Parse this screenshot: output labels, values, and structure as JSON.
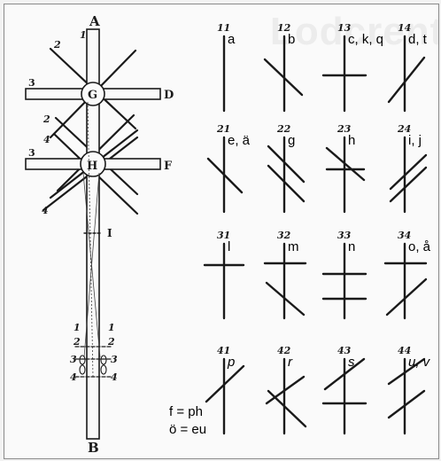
{
  "background_title": "Lodcrenti, up",
  "staff": {
    "top_label": "A",
    "bottom_label": "B",
    "rings": [
      {
        "label": "G",
        "left_label": "3",
        "right_label": "D"
      },
      {
        "label": "H",
        "left_label": "3",
        "right_label": "F"
      }
    ],
    "diagonal_labels": [
      "1",
      "2",
      "2",
      "4",
      "4"
    ],
    "mark_I": "I",
    "scale_left": [
      "1",
      "2",
      "3",
      "4"
    ],
    "scale_right": [
      "1",
      "2",
      "3",
      "4"
    ]
  },
  "runes": [
    {
      "code": "11",
      "letters": "a",
      "italic": false
    },
    {
      "code": "12",
      "letters": "b",
      "italic": false
    },
    {
      "code": "13",
      "letters": "c, k, q",
      "italic": false
    },
    {
      "code": "14",
      "letters": "d, t",
      "italic": false
    },
    {
      "code": "21",
      "letters": "e, ä",
      "italic": false
    },
    {
      "code": "22",
      "letters": "g",
      "italic": false
    },
    {
      "code": "23",
      "letters": "h",
      "italic": false
    },
    {
      "code": "24",
      "letters": "i, j",
      "italic": false
    },
    {
      "code": "31",
      "letters": "l",
      "italic": false
    },
    {
      "code": "32",
      "letters": "m",
      "italic": false
    },
    {
      "code": "33",
      "letters": "n",
      "italic": false
    },
    {
      "code": "34",
      "letters": "o, å",
      "italic": false
    },
    {
      "code": "41",
      "letters": "p",
      "italic": true
    },
    {
      "code": "42",
      "letters": "r",
      "italic": true
    },
    {
      "code": "43",
      "letters": "s",
      "italic": true
    },
    {
      "code": "44",
      "letters": "u, v",
      "italic": true
    }
  ],
  "equivalences": [
    "f = ph",
    "ö = eu"
  ]
}
